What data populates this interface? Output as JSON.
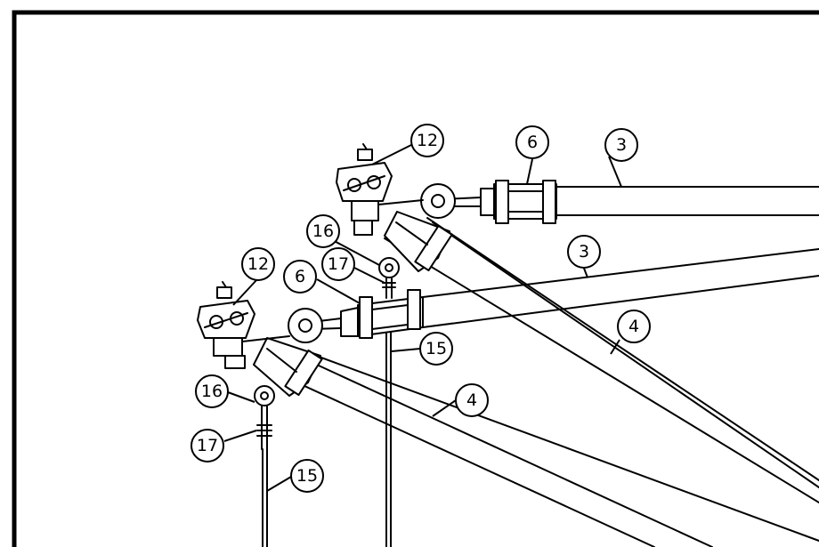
{
  "callouts": [
    {
      "id": "c12a",
      "label": "12"
    },
    {
      "id": "c6a",
      "label": "6"
    },
    {
      "id": "c3a",
      "label": "3"
    },
    {
      "id": "c16a",
      "label": "16"
    },
    {
      "id": "c17a",
      "label": "17"
    },
    {
      "id": "c3b",
      "label": "3"
    },
    {
      "id": "c12b",
      "label": "12"
    },
    {
      "id": "c6b",
      "label": "6"
    },
    {
      "id": "c4a",
      "label": "4"
    },
    {
      "id": "c15a",
      "label": "15"
    },
    {
      "id": "c4b",
      "label": "4"
    },
    {
      "id": "c16b",
      "label": "16"
    },
    {
      "id": "c17b",
      "label": "17"
    },
    {
      "id": "c15b",
      "label": "15"
    }
  ]
}
